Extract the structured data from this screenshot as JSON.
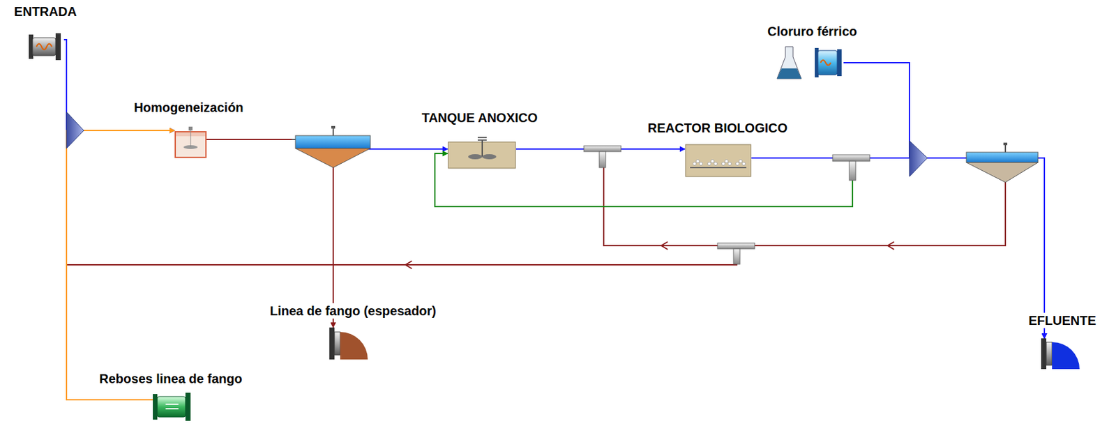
{
  "diagram": {
    "nodes": [
      {
        "text": [
          "ENTRADA"
        ]
      },
      {
        "text": [
          "Homogeneización"
        ]
      },
      {
        "text": [
          "TANQUE ANOXICO"
        ]
      },
      {
        "text": [
          "REACTOR BIOLOGICO"
        ]
      },
      {
        "text": [
          "Cloruro férrico"
        ]
      },
      {
        "text": [
          "EFLUENTE"
        ]
      },
      {
        "text": [
          "Linea de fango (espesador)"
        ]
      },
      {
        "text": [
          "Reboses linea de fango"
        ]
      }
    ],
    "edges": [
      {
        "from": 0,
        "to": 1,
        "arrow": "to"
      },
      {
        "from": 7,
        "to": 1,
        "arrow": "to"
      },
      {
        "from": 1,
        "to": 2,
        "arrow": "to"
      },
      {
        "from": 1,
        "to": 6,
        "arrow": "to"
      },
      {
        "from": 2,
        "to": 3,
        "arrow": "to"
      },
      {
        "from": 3,
        "to": 2,
        "arrow": "to"
      },
      {
        "from": 3,
        "to": 5,
        "arrow": "to"
      },
      {
        "from": 4,
        "to": 5,
        "arrow": "to"
      }
    ]
  }
}
